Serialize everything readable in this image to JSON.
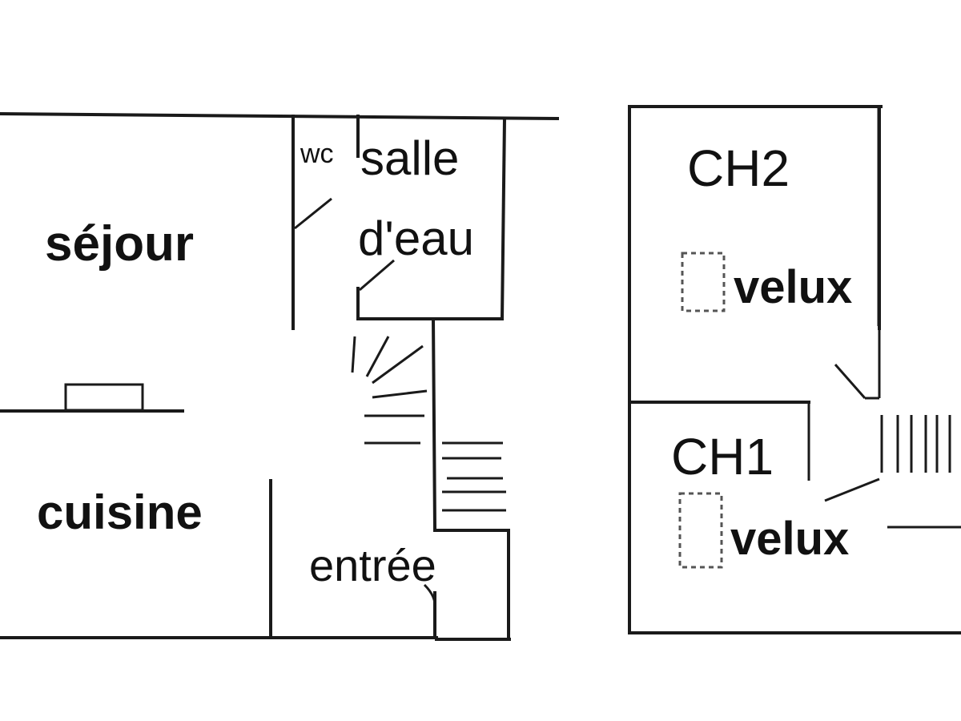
{
  "ground_floor": {
    "rooms": {
      "living": "séjour",
      "kitchen": "cuisine",
      "wc": "wc",
      "shower_room_line1": "salle",
      "shower_room_line2": "d'eau",
      "entrance": "entrée"
    }
  },
  "upper_floor": {
    "rooms": {
      "bedroom2": "CH2",
      "bedroom1": "CH1",
      "skylight2": "velux",
      "skylight1": "velux"
    }
  }
}
